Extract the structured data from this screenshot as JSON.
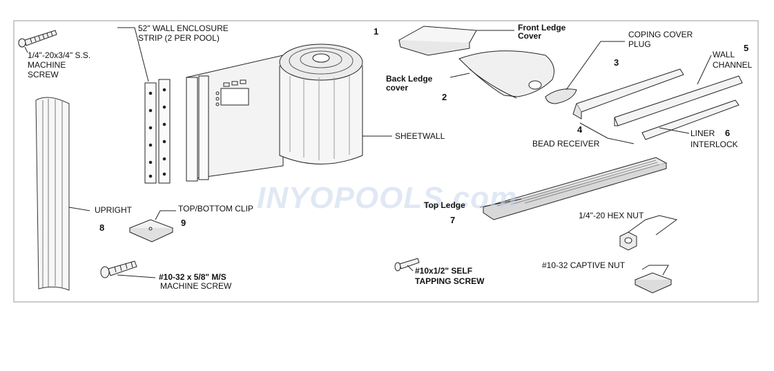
{
  "labels": {
    "machine_screw_top": "1/4\"-20x3/4\" S.S.",
    "machine_screw_top_2": "MACHINE",
    "machine_screw_top_3": "SCREW",
    "enclosure_strip": "52\" WALL ENCLOSURE",
    "enclosure_strip_2": "STRIP (2 PER POOL)",
    "sheetwall": "SHEETWALL",
    "front_ledge_cover": "Front Ledge",
    "front_ledge_cover_2": "Cover",
    "back_ledge_cover": "Back Ledge",
    "back_ledge_cover_2": "cover",
    "coping_cover_plug": "COPING COVER",
    "coping_cover_plug_2": "PLUG",
    "wall_channel": "WALL",
    "wall_channel_2": "CHANNEL",
    "bead_receiver": "BEAD RECEIVER",
    "liner_interlock": "LINER",
    "liner_interlock_2": "INTERLOCK",
    "upright": "UPRIGHT",
    "top_bottom_clip": "TOP/BOTTOM CLIP",
    "top_ledge": "Top Ledge",
    "hex_nut": "1/4\"-20 HEX NUT",
    "captive_nut": "#10-32 CAPTIVE NUT",
    "self_tapping_screw": "#10x1/2\" SELF",
    "self_tapping_screw_2": "TAPPING SCREW",
    "machine_screw_bottom": "#10-32 x 5/8\" M/S",
    "machine_screw_bottom_2": "MACHINE SCREW"
  },
  "numbers": {
    "n1": "1",
    "n2": "2",
    "n3": "3",
    "n4": "4",
    "n5": "5",
    "n6": "6",
    "n7": "7",
    "n8": "8",
    "n9": "9"
  },
  "watermark": "INYOPOOLS.com",
  "colors": {
    "line": "#222222",
    "fill_light": "#f4f4f4",
    "fill_mid": "#dcdcdc",
    "watermark": "#c8d6ec"
  }
}
